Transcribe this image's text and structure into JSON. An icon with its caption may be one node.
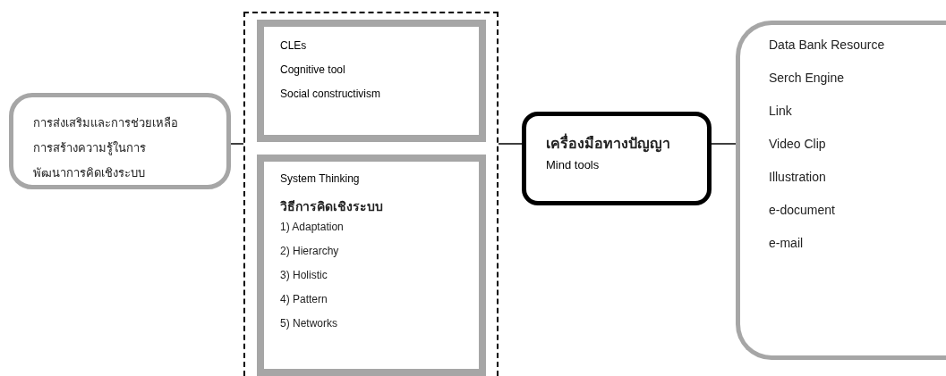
{
  "diagram": {
    "nodes": [
      {
        "text": [
          "การส่งเสริมและการช่วยเหลือ",
          "การสร้างความรู้ในการ",
          "พัฒนาการคิดเชิงระบบ"
        ]
      },
      {
        "text": [],
        "shape": "box"
      },
      {
        "text": [
          "CLEs",
          "Cognitive tool",
          "Social constructivism"
        ],
        "in": 1
      },
      {
        "text": [
          "System Thinking",
          "วิธีการคิดเชิงระบบ",
          "1) Adaptation",
          "2) Hierarchy",
          "3) Holistic",
          "4) Pattern",
          "5) Networks"
        ],
        "in": 1
      },
      {
        "text": [
          "เครื่องมือทางปัญญา",
          "Mind tools"
        ]
      },
      {
        "text": [
          "Data Bank Resource",
          "Serch Engine",
          "Link",
          "Video Clip",
          "Illustration",
          "e-document",
          "e-mail"
        ]
      }
    ],
    "edges": [
      {
        "from": 0,
        "to": 1,
        "arrow": "none"
      },
      {
        "from": 1,
        "to": 4,
        "arrow": "none"
      },
      {
        "from": 4,
        "to": 5,
        "arrow": "none"
      }
    ]
  }
}
